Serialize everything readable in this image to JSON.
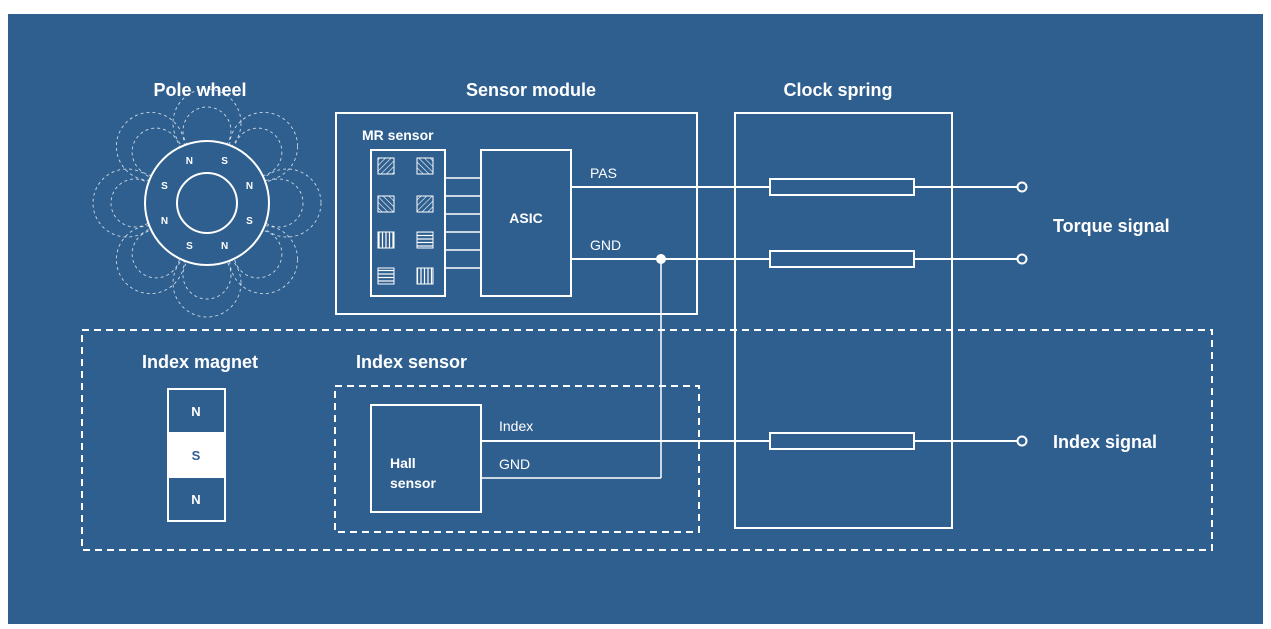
{
  "colors": {
    "background": "#2f5f8f",
    "foreground": "#ffffff",
    "magnet_middle": "#ffffff"
  },
  "headings": {
    "pole_wheel": "Pole wheel",
    "sensor_module": "Sensor module",
    "clock_spring": "Clock spring",
    "index_magnet": "Index magnet",
    "index_sensor": "Index sensor"
  },
  "sensor_module": {
    "mr_sensor": "MR sensor",
    "asic": "ASIC",
    "pas": "PAS",
    "gnd": "GND"
  },
  "index_sensor": {
    "hall_line1": "Hall",
    "hall_line2": "sensor",
    "index": "Index",
    "gnd": "GND"
  },
  "outputs": {
    "torque_signal": "Torque signal",
    "index_signal": "Index signal"
  },
  "pole_wheel": {
    "poles": [
      "N",
      "S",
      "N",
      "S",
      "N",
      "S",
      "N",
      "S"
    ]
  },
  "index_magnet": {
    "poles": [
      "N",
      "S",
      "N"
    ]
  }
}
